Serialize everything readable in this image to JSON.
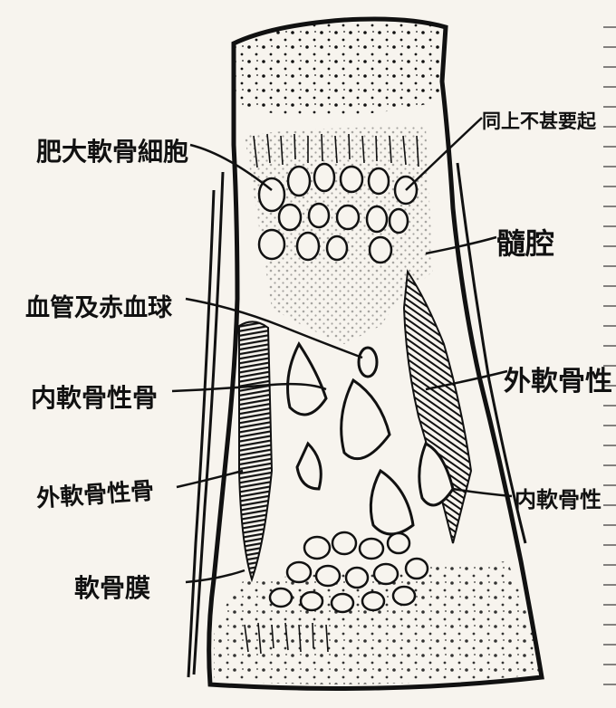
{
  "labels": {
    "hypertrophic_cartilage_cells": "肥大軟骨細胞",
    "same_above_nonimportant": "同上不甚要起",
    "marrow_cavity": "髓腔",
    "vessels_and_red_cells": "血管及赤血球",
    "endochondral_bone_left": "内軟骨性骨",
    "perichondral_bone_right": "外軟骨性",
    "perichondral_bone_left": "外軟骨性骨",
    "endochondral_bone_right": "内軟骨性",
    "perichondrium": "軟骨膜"
  },
  "colors": {
    "ink": "#111111",
    "paper": "#f7f4ee"
  }
}
